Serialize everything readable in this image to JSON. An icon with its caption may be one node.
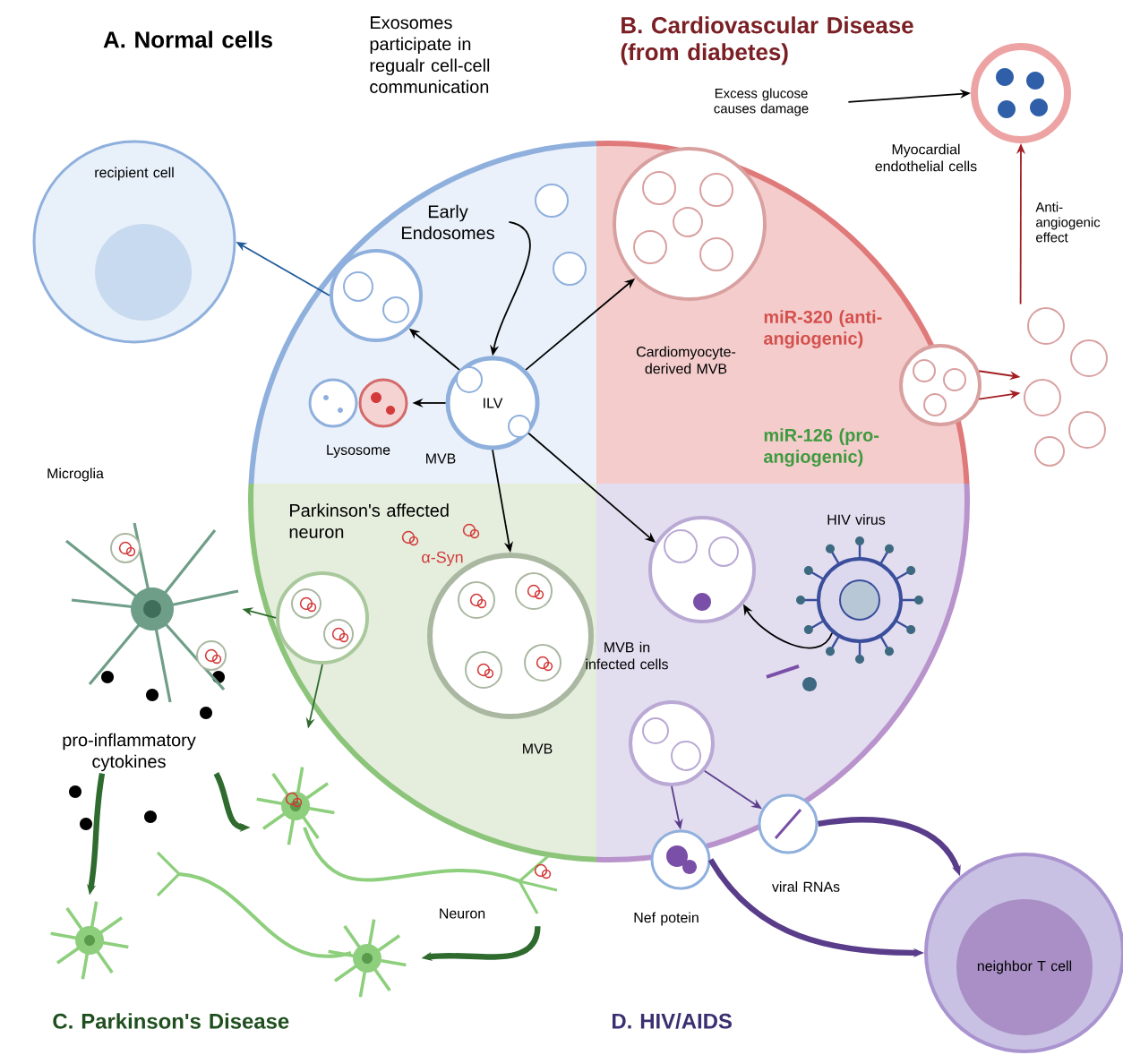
{
  "diagram": {
    "nodes": [
      {
        "text": [
          "recipient cell"
        ]
      },
      {
        "text": [
          "Early Endosomes"
        ]
      },
      {
        "text": [],
        "shape": "circle"
      },
      {
        "text": [
          "Lysosome"
        ]
      },
      {
        "text": [
          "ILV"
        ],
        "beside": [
          "MVB"
        ]
      },
      {
        "text": [
          "Cardiomyocyte-derived MVB"
        ]
      },
      {
        "text": [],
        "shape": "circle"
      },
      {
        "text": [
          "Myocardial endothelial cells"
        ]
      },
      {
        "text": [],
        "shape": "picture"
      },
      {
        "text": [
          "Excess glucose causes damage"
        ]
      },
      {
        "text": [],
        "shape": "circle"
      },
      {
        "text": [
          "MVB"
        ]
      },
      {
        "text": [
          "Microglia"
        ]
      },
      {
        "text": [
          "Neuron"
        ]
      },
      {
        "text": [],
        "shape": "picture"
      },
      {
        "text": [],
        "shape": "picture"
      },
      {
        "text": [
          "pro-inflammatory cytokines"
        ]
      },
      {
        "text": [
          "MVB in infected cells"
        ]
      },
      {
        "text": [
          "HIV virus"
        ]
      },
      {
        "text": [],
        "shape": "circle"
      },
      {
        "text": [
          "Nef potein"
        ]
      },
      {
        "text": [
          "viral RNAs"
        ]
      },
      {
        "text": [
          "neighbor T cell"
        ]
      }
    ],
    "edges": [
      {
        "from": 2,
        "to": 0,
        "arrow": "to",
        "color": "#1f5b99"
      },
      {
        "from": 4,
        "to": 2,
        "arrow": "to"
      },
      {
        "from": 4,
        "to": 3,
        "arrow": "to"
      },
      {
        "from": 1,
        "to": 4,
        "arrow": "to"
      },
      {
        "from": 4,
        "to": 5,
        "arrow": "to"
      },
      {
        "from": 4,
        "to": 11,
        "arrow": "to"
      },
      {
        "from": 4,
        "to": 17,
        "arrow": "to"
      },
      {
        "from": 6,
        "to": 8,
        "arrow": "to",
        "color": "#a31f24"
      },
      {
        "from": 6,
        "to": 8,
        "arrow": "to",
        "color": "#a31f24"
      },
      {
        "from": 8,
        "to": 7,
        "arrow": "to",
        "color": "#a31f24",
        "label": "Anti-angiogenic effect"
      },
      {
        "from": 9,
        "to": 7,
        "arrow": "to"
      },
      {
        "from": 10,
        "to": 12,
        "arrow": "to",
        "color": "#2f6b2f"
      },
      {
        "from": 10,
        "to": 13,
        "arrow": "to",
        "color": "#2f6b2f"
      },
      {
        "from": 16,
        "to": 14,
        "arrow": "to",
        "color": "#2f6b2f",
        "style": "thick"
      },
      {
        "from": 16,
        "to": 13,
        "arrow": "to",
        "color": "#2f6b2f",
        "style": "thick"
      },
      {
        "from": 13,
        "to": 15,
        "arrow": "to",
        "color": "#2f6b2f",
        "style": "thick"
      },
      {
        "from": 18,
        "to": 17,
        "arrow": "to"
      },
      {
        "from": 19,
        "to": 20,
        "arrow": "to",
        "color": "#5a3d8a"
      },
      {
        "from": 19,
        "to": 21,
        "arrow": "to",
        "color": "#5a3d8a"
      },
      {
        "from": 21,
        "to": 22,
        "arrow": "to",
        "color": "#5a3d8a",
        "style": "thick"
      },
      {
        "from": 20,
        "to": 22,
        "arrow": "to",
        "color": "#5a3d8a",
        "style": "thick"
      }
    ],
    "labels": [
      "A. Normal cells",
      "Exosomes participate in regualr cell-cell communication",
      "B. Cardiovascular Disease (from diabetes)",
      "miR-320 (anti-angiogenic)",
      "miR-126 (pro-angiogenic)",
      "Parkinson's affected neuron",
      "α-Syn",
      "C. Parkinson's Disease",
      "D. HIV/AIDS"
    ]
  }
}
